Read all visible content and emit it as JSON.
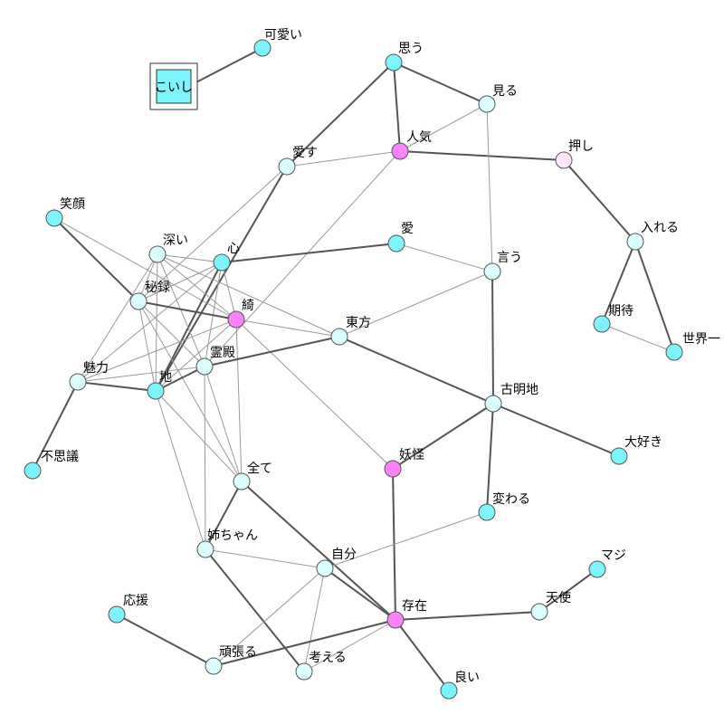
{
  "focus": {
    "label": "こいし",
    "color": "#7df3fc"
  },
  "colors": {
    "cyan": "#7df3fc",
    "light": "#dcfdfd",
    "pink": "#fb82fb",
    "pale_pink": "#fde8fb",
    "node_stroke": "#555555",
    "edge_strong": "#555555",
    "edge_weak": "#9a9a9a"
  },
  "nodes": [
    {
      "id": "kawaii",
      "label": "可愛い",
      "fill": "cyan"
    },
    {
      "id": "omou",
      "label": "思う",
      "fill": "cyan"
    },
    {
      "id": "miru",
      "label": "見る",
      "fill": "light"
    },
    {
      "id": "ninki",
      "label": "人気",
      "fill": "pink"
    },
    {
      "id": "aisu",
      "label": "愛す",
      "fill": "light"
    },
    {
      "id": "oshi",
      "label": "押し",
      "fill": "pale_pink"
    },
    {
      "id": "egao",
      "label": "笑顔",
      "fill": "cyan"
    },
    {
      "id": "fukai",
      "label": "深い",
      "fill": "light"
    },
    {
      "id": "kokoro",
      "label": "心",
      "fill": "cyan"
    },
    {
      "id": "ai",
      "label": "愛",
      "fill": "cyan"
    },
    {
      "id": "iu",
      "label": "言う",
      "fill": "light"
    },
    {
      "id": "ireru",
      "label": "入れる",
      "fill": "light"
    },
    {
      "id": "hiroku",
      "label": "秘録",
      "fill": "light"
    },
    {
      "id": "kirei",
      "label": "綺",
      "fill": "pink"
    },
    {
      "id": "touhou",
      "label": "東方",
      "fill": "light"
    },
    {
      "id": "kitai",
      "label": "期待",
      "fill": "cyan"
    },
    {
      "id": "sekaiichi",
      "label": "世界一",
      "fill": "cyan"
    },
    {
      "id": "miryoku",
      "label": "魅力",
      "fill": "light"
    },
    {
      "id": "reiden",
      "label": "霊殿",
      "fill": "light"
    },
    {
      "id": "chi",
      "label": "地",
      "fill": "cyan"
    },
    {
      "id": "komeiji",
      "label": "古明地",
      "fill": "light"
    },
    {
      "id": "fushigi",
      "label": "不思議",
      "fill": "cyan"
    },
    {
      "id": "youkai",
      "label": "妖怪",
      "fill": "pink"
    },
    {
      "id": "daisuki",
      "label": "大好き",
      "fill": "cyan"
    },
    {
      "id": "subete",
      "label": "全て",
      "fill": "light"
    },
    {
      "id": "kawaru",
      "label": "変わる",
      "fill": "cyan"
    },
    {
      "id": "neechan",
      "label": "姉ちゃん",
      "fill": "light"
    },
    {
      "id": "jibun",
      "label": "自分",
      "fill": "light"
    },
    {
      "id": "maji",
      "label": "マジ",
      "fill": "cyan"
    },
    {
      "id": "ouen",
      "label": "応援",
      "fill": "cyan"
    },
    {
      "id": "sonzai",
      "label": "存在",
      "fill": "pink"
    },
    {
      "id": "tenshi",
      "label": "天使",
      "fill": "light"
    },
    {
      "id": "ganbaru",
      "label": "頑張る",
      "fill": "light"
    },
    {
      "id": "kangaeru",
      "label": "考える",
      "fill": "light"
    },
    {
      "id": "yoi",
      "label": "良い",
      "fill": "cyan"
    }
  ],
  "edges": [
    {
      "s": "focus",
      "t": "kawaii",
      "w": "strong"
    },
    {
      "s": "omou",
      "t": "ninki",
      "w": "strong"
    },
    {
      "s": "omou",
      "t": "aisu",
      "w": "strong"
    },
    {
      "s": "omou",
      "t": "miru",
      "w": "strong"
    },
    {
      "s": "ninki",
      "t": "miru",
      "w": "weak"
    },
    {
      "s": "ninki",
      "t": "aisu",
      "w": "weak"
    },
    {
      "s": "ninki",
      "t": "oshi",
      "w": "strong"
    },
    {
      "s": "ninki",
      "t": "reiden",
      "w": "weak"
    },
    {
      "s": "miru",
      "t": "iu",
      "w": "weak"
    },
    {
      "s": "oshi",
      "t": "ireru",
      "w": "strong"
    },
    {
      "s": "ireru",
      "t": "kitai",
      "w": "strong"
    },
    {
      "s": "ireru",
      "t": "sekaiichi",
      "w": "strong"
    },
    {
      "s": "kitai",
      "t": "sekaiichi",
      "w": "weak"
    },
    {
      "s": "aisu",
      "t": "chi",
      "w": "strong"
    },
    {
      "s": "aisu",
      "t": "hiroku",
      "w": "weak"
    },
    {
      "s": "egao",
      "t": "hiroku",
      "w": "strong"
    },
    {
      "s": "egao",
      "t": "kirei",
      "w": "weak"
    },
    {
      "s": "kokoro",
      "t": "ai",
      "w": "strong"
    },
    {
      "s": "kokoro",
      "t": "chi",
      "w": "strong"
    },
    {
      "s": "kokoro",
      "t": "kirei",
      "w": "weak"
    },
    {
      "s": "kokoro",
      "t": "reiden",
      "w": "weak"
    },
    {
      "s": "kokoro",
      "t": "hiroku",
      "w": "weak"
    },
    {
      "s": "kokoro",
      "t": "miryoku",
      "w": "weak"
    },
    {
      "s": "kokoro",
      "t": "fukai",
      "w": "weak"
    },
    {
      "s": "fukai",
      "t": "hiroku",
      "w": "weak"
    },
    {
      "s": "fukai",
      "t": "kirei",
      "w": "weak"
    },
    {
      "s": "fukai",
      "t": "reiden",
      "w": "weak"
    },
    {
      "s": "fukai",
      "t": "chi",
      "w": "weak"
    },
    {
      "s": "fukai",
      "t": "touhou",
      "w": "weak"
    },
    {
      "s": "fukai",
      "t": "miryoku",
      "w": "weak"
    },
    {
      "s": "ai",
      "t": "iu",
      "w": "weak"
    },
    {
      "s": "iu",
      "t": "touhou",
      "w": "weak"
    },
    {
      "s": "iu",
      "t": "komeiji",
      "w": "strong"
    },
    {
      "s": "hiroku",
      "t": "kirei",
      "w": "strong"
    },
    {
      "s": "hiroku",
      "t": "chi",
      "w": "weak"
    },
    {
      "s": "hiroku",
      "t": "subete",
      "w": "weak"
    },
    {
      "s": "hiroku",
      "t": "reiden",
      "w": "weak"
    },
    {
      "s": "kirei",
      "t": "touhou",
      "w": "weak"
    },
    {
      "s": "kirei",
      "t": "youkai",
      "w": "weak"
    },
    {
      "s": "kirei",
      "t": "subete",
      "w": "weak"
    },
    {
      "s": "kirei",
      "t": "miryoku",
      "w": "weak"
    },
    {
      "s": "kirei",
      "t": "chi",
      "w": "weak"
    },
    {
      "s": "touhou",
      "t": "reiden",
      "w": "strong"
    },
    {
      "s": "touhou",
      "t": "komeiji",
      "w": "strong"
    },
    {
      "s": "miryoku",
      "t": "chi",
      "w": "strong"
    },
    {
      "s": "miryoku",
      "t": "fushigi",
      "w": "strong"
    },
    {
      "s": "miryoku",
      "t": "reiden",
      "w": "weak"
    },
    {
      "s": "reiden",
      "t": "chi",
      "w": "strong"
    },
    {
      "s": "reiden",
      "t": "subete",
      "w": "weak"
    },
    {
      "s": "reiden",
      "t": "neechan",
      "w": "weak"
    },
    {
      "s": "chi",
      "t": "neechan",
      "w": "weak"
    },
    {
      "s": "chi",
      "t": "subete",
      "w": "weak"
    },
    {
      "s": "komeiji",
      "t": "youkai",
      "w": "strong"
    },
    {
      "s": "komeiji",
      "t": "daisuki",
      "w": "strong"
    },
    {
      "s": "komeiji",
      "t": "kawaru",
      "w": "strong"
    },
    {
      "s": "youkai",
      "t": "sonzai",
      "w": "strong"
    },
    {
      "s": "subete",
      "t": "neechan",
      "w": "strong"
    },
    {
      "s": "subete",
      "t": "sonzai",
      "w": "strong"
    },
    {
      "s": "kawaru",
      "t": "jibun",
      "w": "weak"
    },
    {
      "s": "neechan",
      "t": "jibun",
      "w": "weak"
    },
    {
      "s": "neechan",
      "t": "kangaeru",
      "w": "strong"
    },
    {
      "s": "jibun",
      "t": "sonzai",
      "w": "strong"
    },
    {
      "s": "jibun",
      "t": "kangaeru",
      "w": "weak"
    },
    {
      "s": "jibun",
      "t": "ganbaru",
      "w": "weak"
    },
    {
      "s": "ouen",
      "t": "ganbaru",
      "w": "strong"
    },
    {
      "s": "ganbaru",
      "t": "sonzai",
      "w": "strong"
    },
    {
      "s": "sonzai",
      "t": "kangaeru",
      "w": "weak"
    },
    {
      "s": "sonzai",
      "t": "tenshi",
      "w": "strong"
    },
    {
      "s": "sonzai",
      "t": "yoi",
      "w": "strong"
    },
    {
      "s": "tenshi",
      "t": "maji",
      "w": "strong"
    }
  ]
}
